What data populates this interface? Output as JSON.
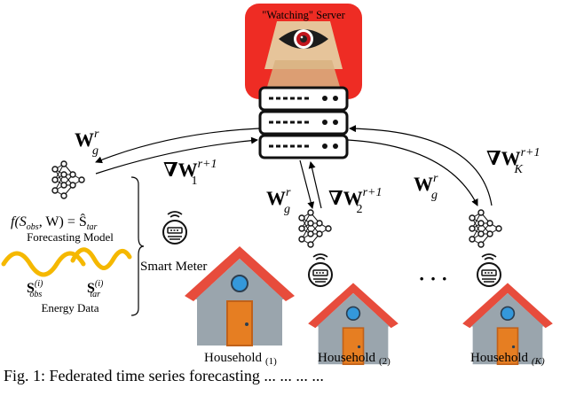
{
  "server": {
    "label": "\"Watching\" Server",
    "panel_color": "#ee2c24",
    "eye_iris_color": "#c0151c"
  },
  "labels": {
    "wg_top": "W",
    "wg_top_sup": "r",
    "wg_top_sub": "g",
    "grad1": "∇W",
    "grad1_sup": "r+1",
    "grad1_sub": "1",
    "wg_mid": "W",
    "wg_mid_sup": "r",
    "wg_mid_sub": "g",
    "grad2": "∇W",
    "grad2_sup": "r+1",
    "grad2_sub": "2",
    "wg_right": "W",
    "wg_right_sup": "r",
    "wg_right_sub": "g",
    "gradK": "∇W",
    "gradK_sup": "r+1",
    "gradK_sub": "K"
  },
  "left_panel": {
    "model_formula": "f(S",
    "model_formula_obs": "obs",
    "model_formula_mid": ", W) = Ŝ",
    "model_formula_tar": "tar",
    "model_label": "Forecasting Model",
    "s_obs": "S",
    "s_obs_sup": "(i)",
    "s_obs_sub": "obs",
    "s_tar": "S",
    "s_tar_sup": "(i)",
    "s_tar_sub": "tar",
    "energy_label": "Energy Data",
    "smart_meter_label": "Smart Meter",
    "wave_color": "#f5b800"
  },
  "households": [
    {
      "label": "Household",
      "index": "(1)"
    },
    {
      "label": "Household",
      "index": "(2)"
    },
    {
      "label": "Household",
      "index": "(K)"
    }
  ],
  "ellipsis": "· · ·",
  "house_colors": {
    "roof": "#e74c3c",
    "wall": "#9aa5ad",
    "door": "#e67e22",
    "window": "#3498db"
  },
  "caption": "Fig. 1: Federated time series forecasting  ...  ...  ...  ..."
}
